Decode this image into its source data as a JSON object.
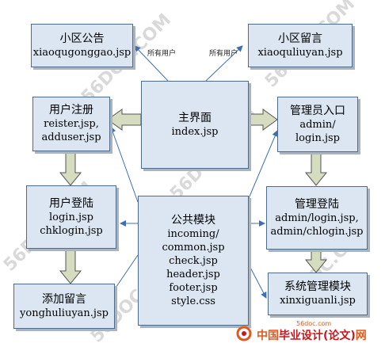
{
  "watermark": "56DOC.COM",
  "boxes": {
    "notice": {
      "title": "小区公告",
      "file": "xiaoqugonggao.jsp"
    },
    "message_board": {
      "title": "小区留言",
      "file": "xiaoquliuyan.jsp"
    },
    "main": {
      "title": "主界面",
      "file": "index.jsp"
    },
    "register": {
      "title": "用户注册",
      "file1": "reister.jsp,",
      "file2": "adduser.jsp"
    },
    "admin_entry": {
      "title": "管理员入口",
      "file1": "admin/",
      "file2": "login.jsp"
    },
    "user_login": {
      "title": "用户登陆",
      "file1": "login.jsp",
      "file2": "chklogin.jsp"
    },
    "common": {
      "title": "公共模块",
      "files": [
        "incoming/",
        "common.jsp",
        "check.jsp",
        "header.jsp",
        "footer.jsp",
        "style.css"
      ]
    },
    "admin_login": {
      "title": "管理登陆",
      "file1": "admin/login.jsp,",
      "file2": "admin/chlogin.jsp"
    },
    "add_message": {
      "title": "添加留言",
      "file": "yonghuliuyan.jsp"
    },
    "system_admin": {
      "title": "系统管理模块",
      "file": "xinxiguanli.jsp"
    }
  },
  "edge_labels": {
    "all_users_left": "所有用户",
    "all_users_right": "所有用户"
  },
  "footer": {
    "site": "56doc.com",
    "brand_prefix": "中国",
    "brand_main": "毕业设计",
    "brand_paren": "(论文)",
    "brand_suffix": "网"
  },
  "colors": {
    "box_fill": "#dce6f2",
    "box_border": "#4f6b8a",
    "thin_arrow": "#3f6fb0",
    "thick_arrow_fill": "#d6dcc0",
    "thick_arrow_stroke": "#555555"
  }
}
